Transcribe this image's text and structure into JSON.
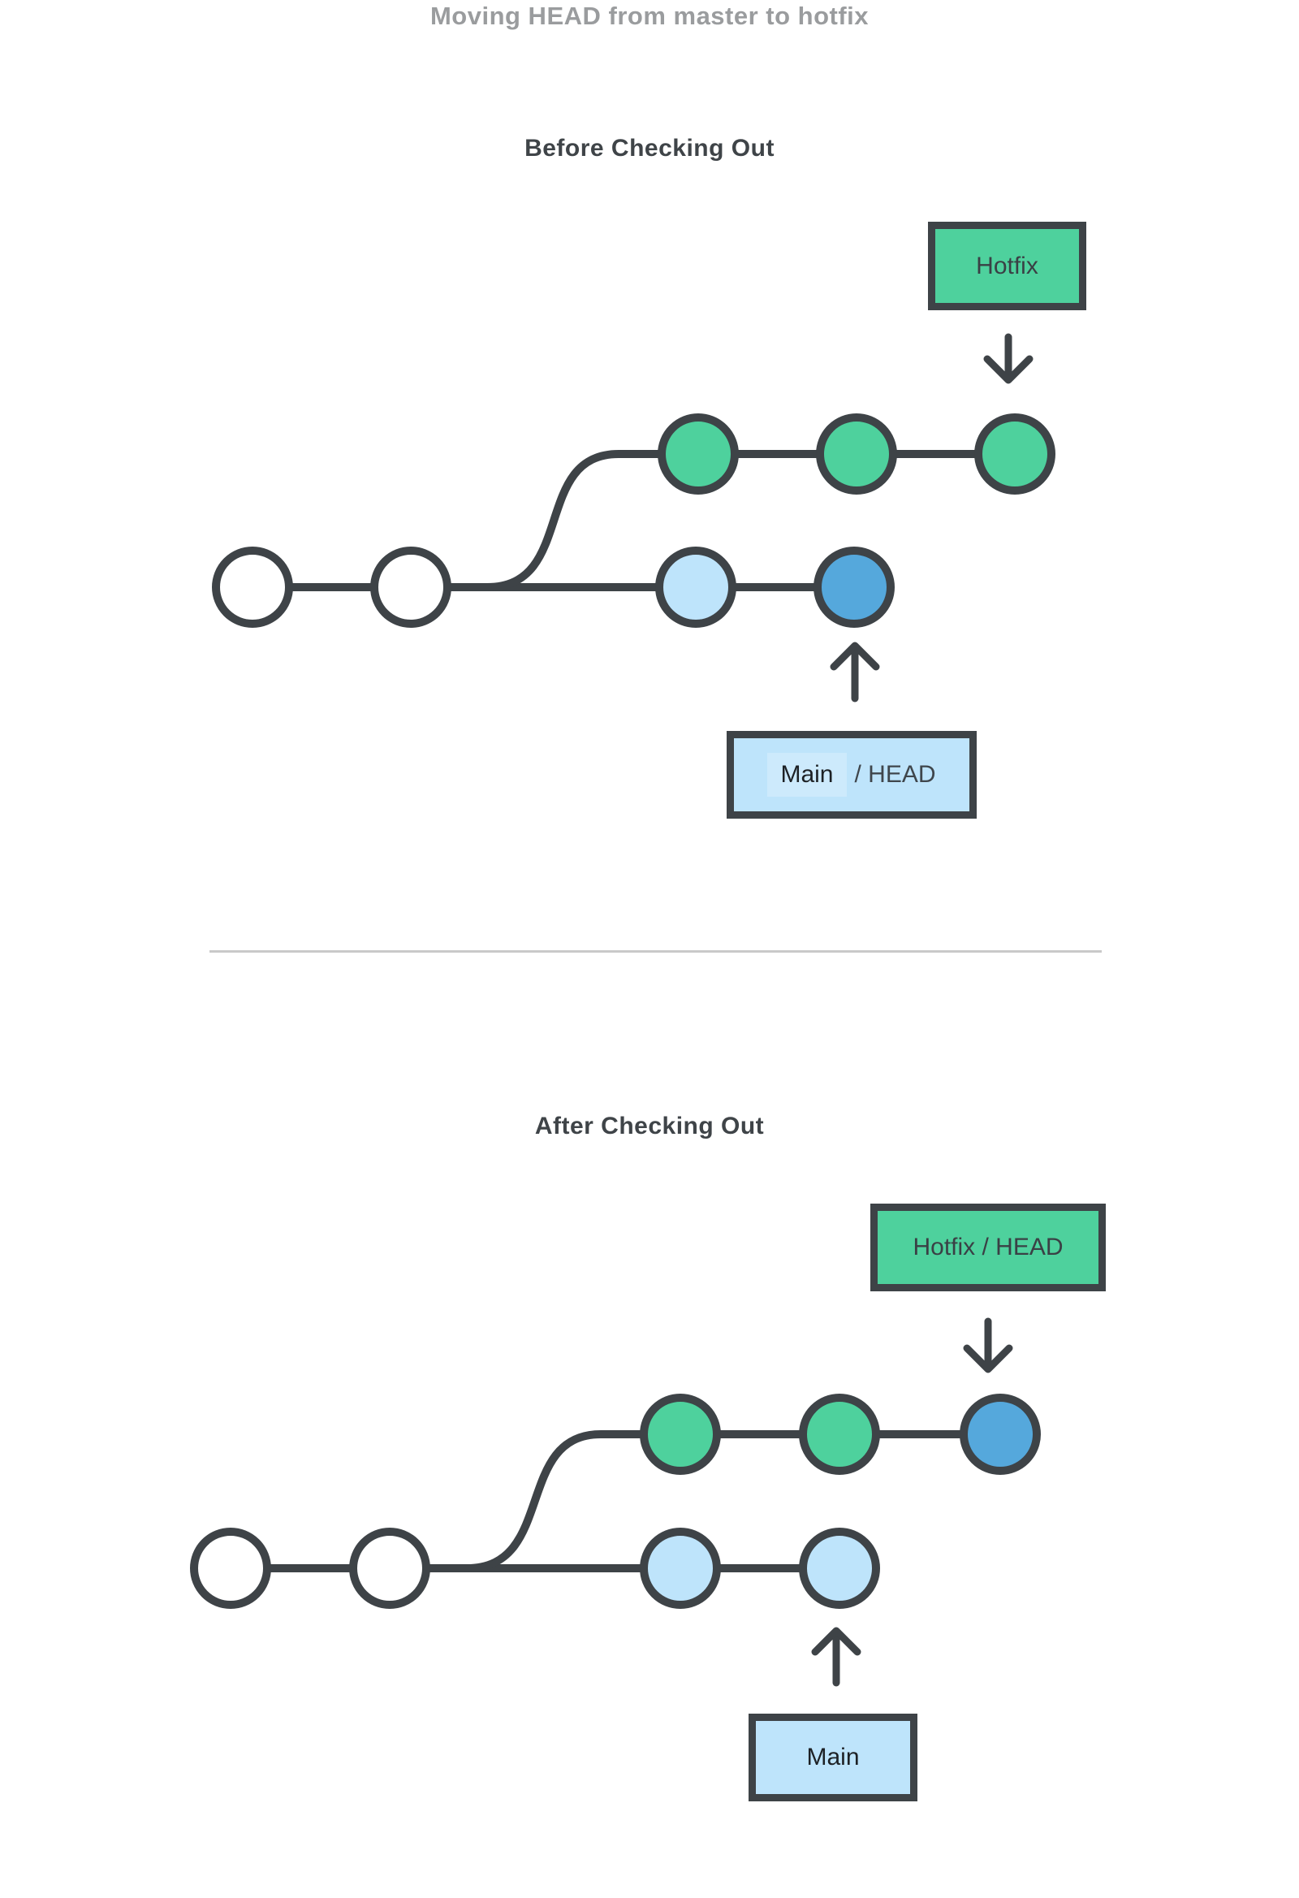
{
  "title": "Moving HEAD from master to hotfix",
  "colors": {
    "green": "#4ED19D",
    "light_blue": "#BEE4FB",
    "blue": "#55A8DC",
    "white": "#FFFFFF",
    "outline": "#3E4347",
    "title_gray": "#9A9C9E",
    "heading_dark": "#3F4448",
    "divider_gray": "#C9C9C9"
  },
  "before": {
    "heading": "Before Checking Out",
    "hotfix_tag": "Hotfix",
    "head_tag_primary": "Main",
    "head_tag_secondary": "/ HEAD",
    "graph": {
      "main_branch": [
        "white",
        "white",
        "light_blue",
        "blue"
      ],
      "hotfix_branch": [
        "green",
        "green",
        "green"
      ],
      "head_on": "main"
    }
  },
  "after": {
    "heading": "After Checking Out",
    "hotfix_tag": "Hotfix / HEAD",
    "head_tag_primary": "Main",
    "graph": {
      "main_branch": [
        "white",
        "white",
        "light_blue",
        "light_blue"
      ],
      "hotfix_branch": [
        "green",
        "green",
        "blue"
      ],
      "head_on": "hotfix"
    }
  }
}
